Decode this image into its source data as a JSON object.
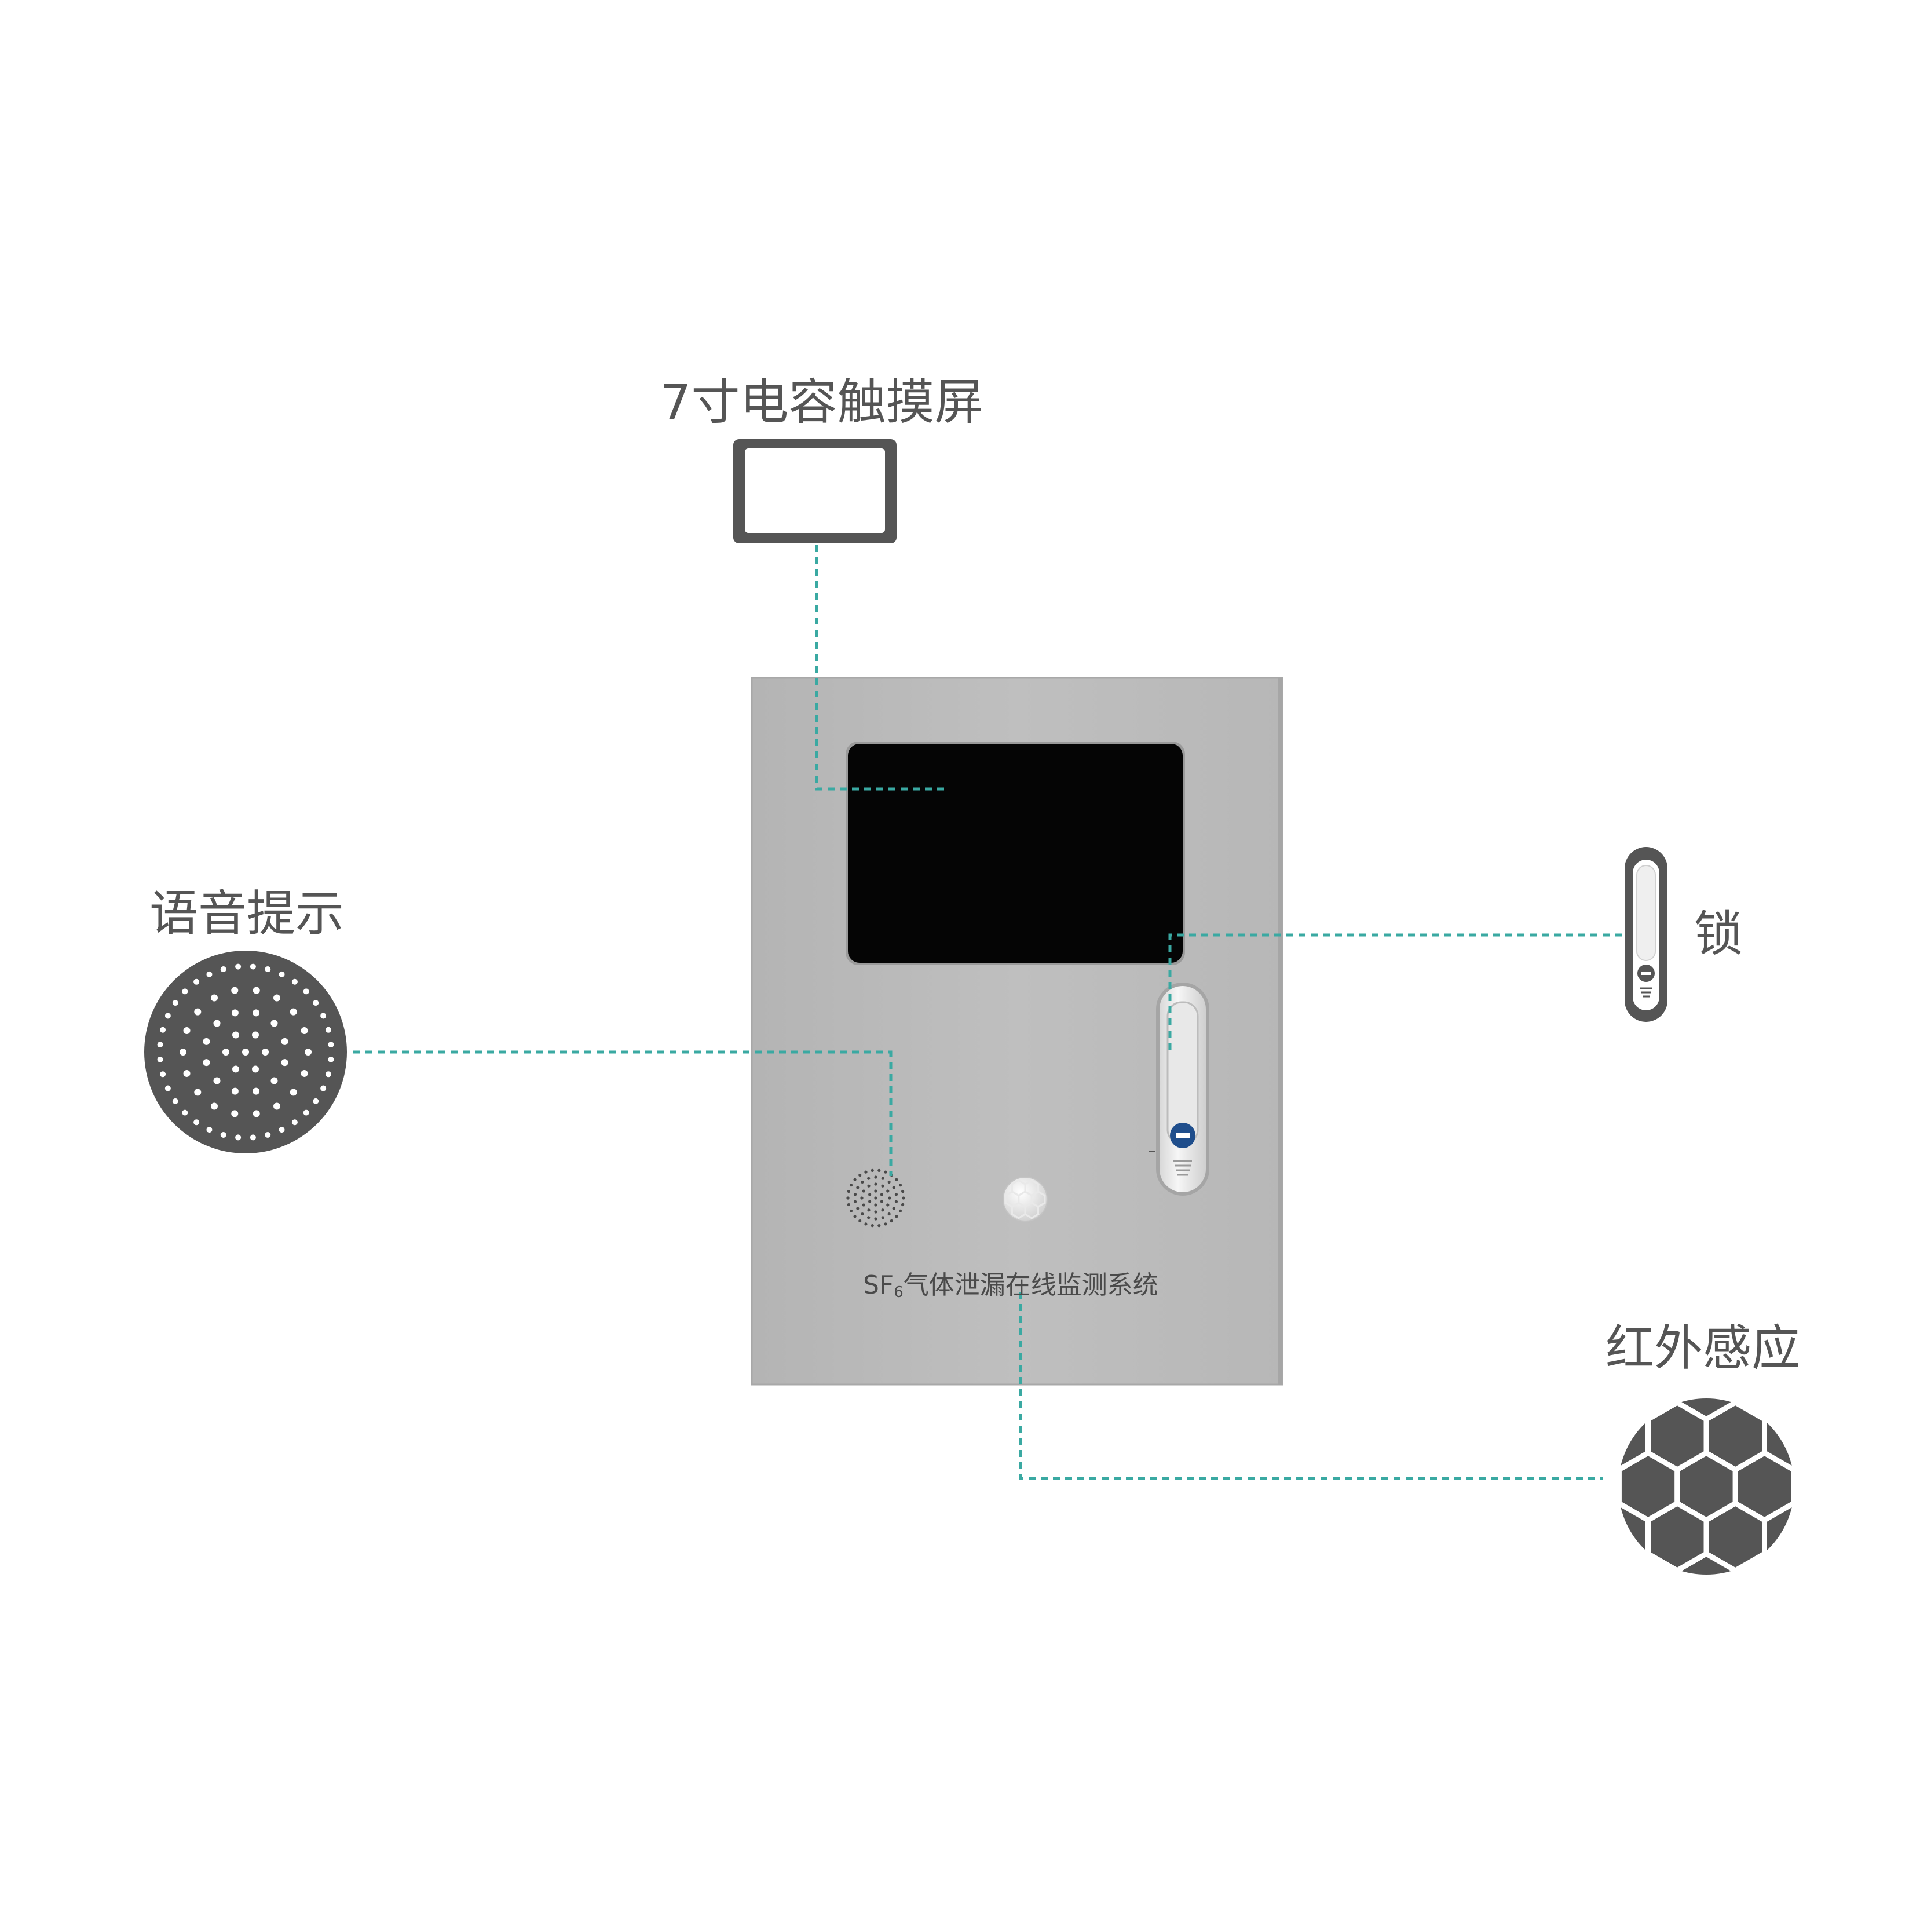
{
  "title": "SF6气体泄漏在线监测系统",
  "panel": {
    "caption_main": "SF",
    "caption_sub": "6",
    "caption_rest": "气体泄漏在线监测系统"
  },
  "callouts": {
    "screen": "7寸电容触摸屏",
    "speaker": "语音提示",
    "lock": "锁",
    "infrared": "红外感应"
  },
  "icons": [
    "touchscreen-icon",
    "speaker-grille-icon",
    "lock-handle-icon",
    "infrared-sensor-icon"
  ],
  "colors": {
    "leader_line": "#3aa9a2",
    "icon_fill": "#555555",
    "panel": "#bcbcbc",
    "screen": "#050505"
  }
}
